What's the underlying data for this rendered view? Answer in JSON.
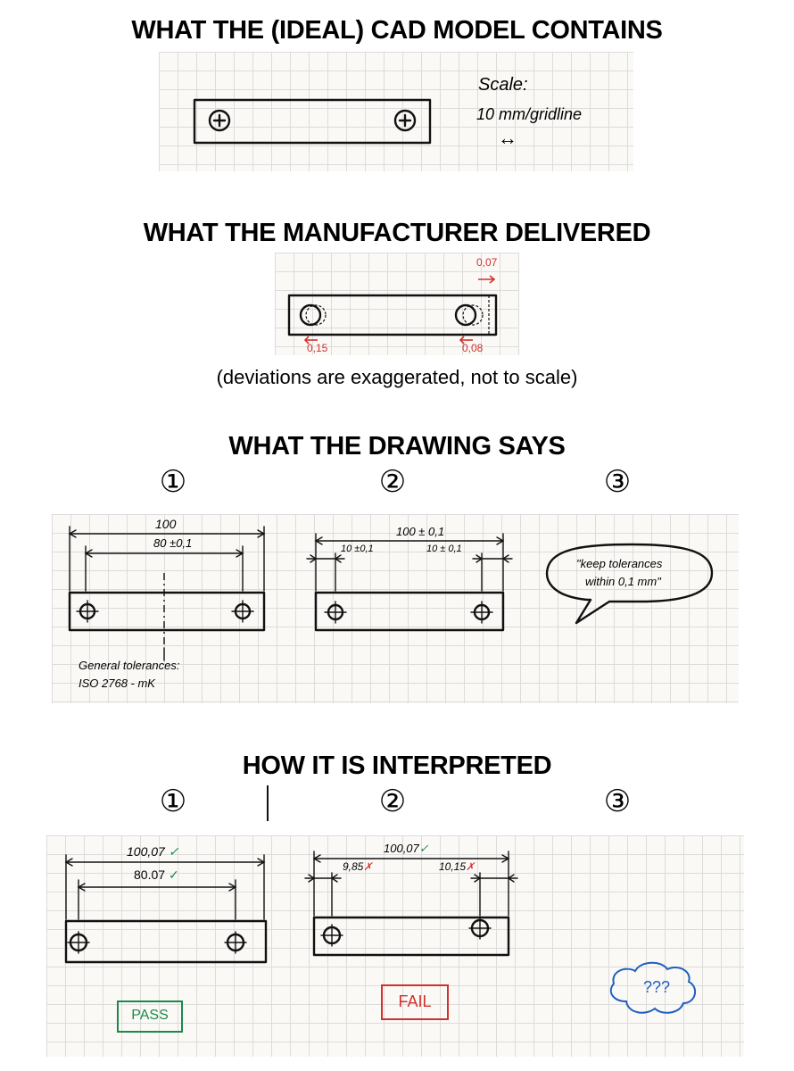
{
  "sections": {
    "cad": {
      "title": "WHAT THE (IDEAL) CAD MODEL CONTAINS",
      "scale_label": "Scale:",
      "scale_value": "10 mm/gridline",
      "scale_arrow": "↔"
    },
    "delivered": {
      "title": "WHAT THE MANUFACTURER DELIVERED",
      "dev_right": "0,07",
      "dev_left": "0,15",
      "dev_hole": "0,08",
      "note": "(deviations are exaggerated, not to scale)"
    },
    "drawing": {
      "title": "WHAT THE DRAWING SAYS",
      "numbers": [
        "①",
        "②",
        "③"
      ],
      "d1": {
        "overall": "100",
        "hole": "80 ±0,1",
        "general_line1": "General tolerances:",
        "general_line2": "ISO 2768 - mK"
      },
      "d2": {
        "overall": "100 ± 0,1",
        "left": "10 ±0,1",
        "right": "10 ± 0,1"
      },
      "d3": {
        "quote_line1": "\"keep tolerances",
        "quote_line2": "within 0,1 mm\""
      }
    },
    "interpreted": {
      "title": "HOW IT IS INTERPRETED",
      "numbers": [
        "①",
        "②",
        "③"
      ],
      "i1": {
        "overall": "100,07",
        "hole": "80.07",
        "check": "✓",
        "result": "PASS"
      },
      "i2": {
        "overall": "100,07",
        "left": "9,85",
        "right": "10,15",
        "check": "✓",
        "cross": "✗",
        "result": "FAIL"
      },
      "i3": {
        "result": "???"
      }
    }
  },
  "colors": {
    "pass": "#1a8a4a",
    "fail": "#d0312d",
    "unknown": "#1f5fbf",
    "deviation": "#d0312d"
  }
}
